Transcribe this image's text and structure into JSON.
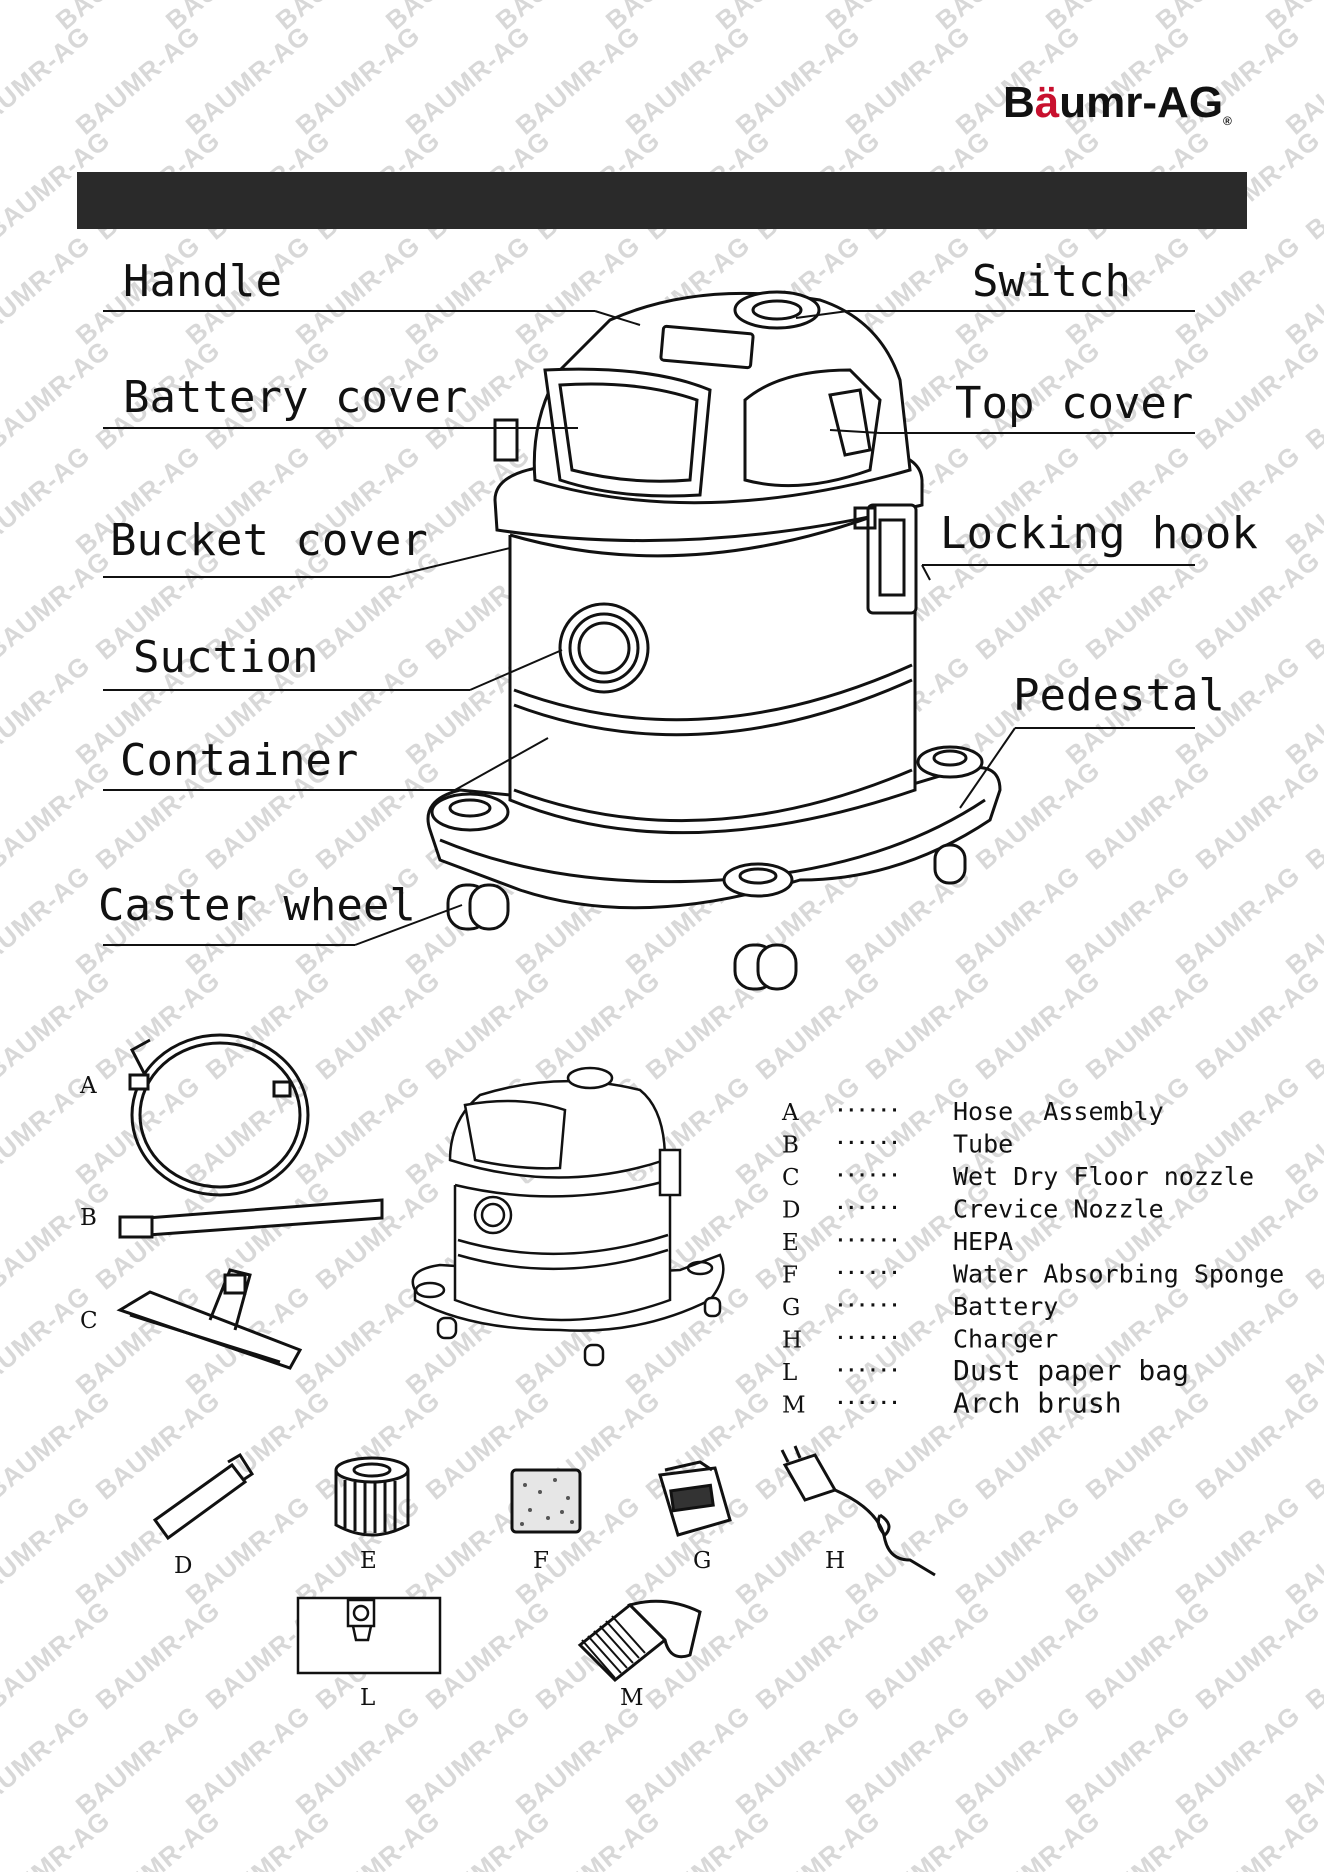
{
  "brand": {
    "name_pre": "B",
    "name_accent": "ä",
    "name_post": "umr-AG",
    "reg": "®"
  },
  "watermark": "BAUMR-AG",
  "callouts": {
    "handle": "Handle",
    "battery_cover": "Battery cover",
    "bucket_cover": "Bucket cover",
    "suction": "Suction",
    "container": "Container",
    "caster_wheel": "Caster wheel",
    "switch": "Switch",
    "top_cover": "Top cover",
    "locking_hook": "Locking hook",
    "pedestal": "Pedestal"
  },
  "accessory_letters": {
    "a": "A",
    "b": "B",
    "c": "C",
    "d": "D",
    "e": "E",
    "f": "F",
    "g": "G",
    "h": "H",
    "l": "L",
    "m": "M"
  },
  "parts_list": [
    {
      "key": "A",
      "dots": "······",
      "name": "Hose  Assembly"
    },
    {
      "key": "B",
      "dots": "······",
      "name": "Tube"
    },
    {
      "key": "C",
      "dots": "······",
      "name": "Wet Dry Floor nozzle"
    },
    {
      "key": "D",
      "dots": "······",
      "name": "Crevice Nozzle"
    },
    {
      "key": "E",
      "dots": "······",
      "name": "HEPA"
    },
    {
      "key": "F",
      "dots": "······",
      "name": "Water Absorbing Sponge"
    },
    {
      "key": "G",
      "dots": "······",
      "name": "Battery"
    },
    {
      "key": "H",
      "dots": "······",
      "name": "Charger"
    },
    {
      "key": "L",
      "dots": "······",
      "name": "Dust paper bag"
    },
    {
      "key": "M",
      "dots": "······",
      "name": "Arch brush"
    }
  ],
  "colors": {
    "header_bar": "#2a2a2a",
    "brand_accent": "#c8102e",
    "watermark": "#d8d8d8"
  }
}
